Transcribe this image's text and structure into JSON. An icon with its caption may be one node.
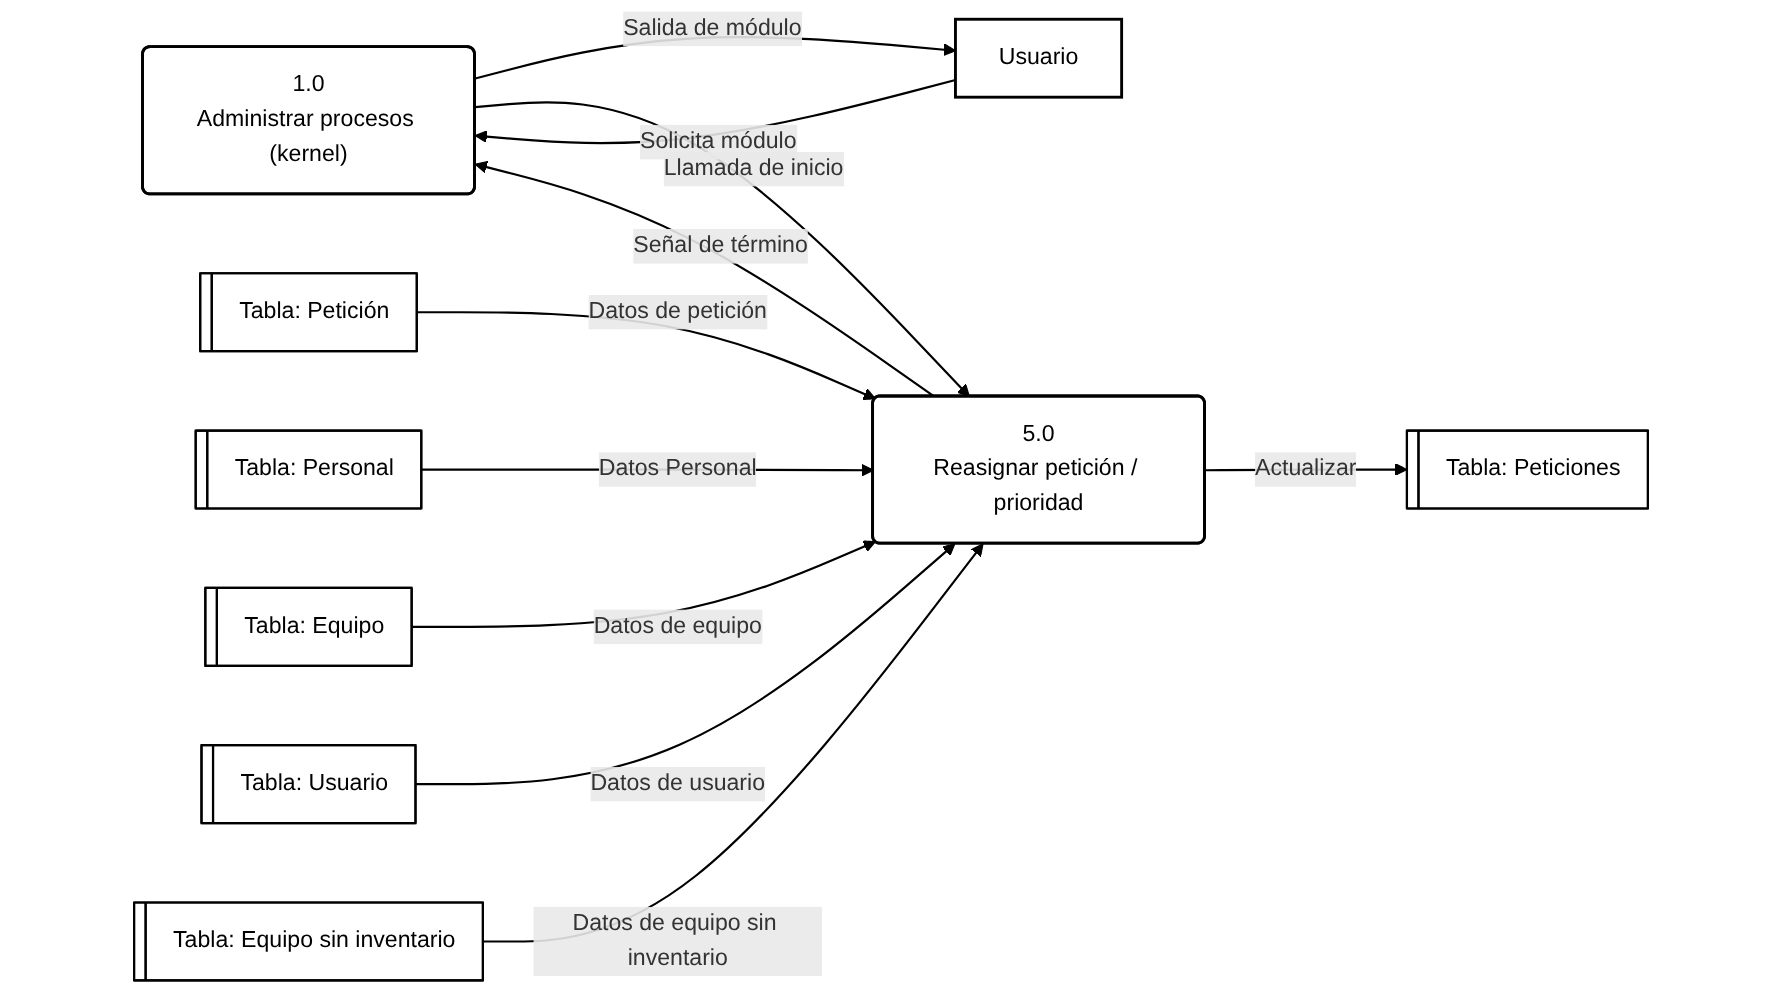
{
  "diagram": {
    "nodes": [
      {
        "text": [
          "1.0",
          "Administrar procesos (kernel)"
        ]
      },
      {
        "text": [
          "Usuario"
        ]
      },
      {
        "text": [
          "5.0",
          "Reasignar petición / prioridad"
        ]
      },
      {
        "text": [
          "Tabla: Petición"
        ]
      },
      {
        "text": [
          "Tabla: Personal"
        ]
      },
      {
        "text": [
          "Tabla: Equipo"
        ]
      },
      {
        "text": [
          "Tabla: Usuario"
        ]
      },
      {
        "text": [
          "Tabla: Equipo sin inventario"
        ]
      },
      {
        "text": [
          "Tabla: Peticiones"
        ]
      }
    ],
    "edges": [
      {
        "from": 1,
        "to": 0,
        "arrow": "to",
        "label": "Solicita módulo"
      },
      {
        "from": 0,
        "to": 1,
        "arrow": "to",
        "label": "Salida de módulo"
      },
      {
        "from": 0,
        "to": 2,
        "arrow": "to",
        "label": "Llamada de inicio"
      },
      {
        "from": 2,
        "to": 0,
        "arrow": "to",
        "label": "Señal de término"
      },
      {
        "from": 3,
        "to": 2,
        "arrow": "to",
        "label": "Datos de petición"
      },
      {
        "from": 4,
        "to": 2,
        "arrow": "to",
        "label": "Datos Personal"
      },
      {
        "from": 5,
        "to": 2,
        "arrow": "to",
        "label": "Datos de equipo"
      },
      {
        "from": 6,
        "to": 2,
        "arrow": "to",
        "label": "Datos de usuario"
      },
      {
        "from": 7,
        "to": 2,
        "arrow": "to",
        "label": "Datos de equipo sin inventario"
      },
      {
        "from": 2,
        "to": 8,
        "arrow": "to",
        "label": "Actualizar"
      }
    ]
  }
}
